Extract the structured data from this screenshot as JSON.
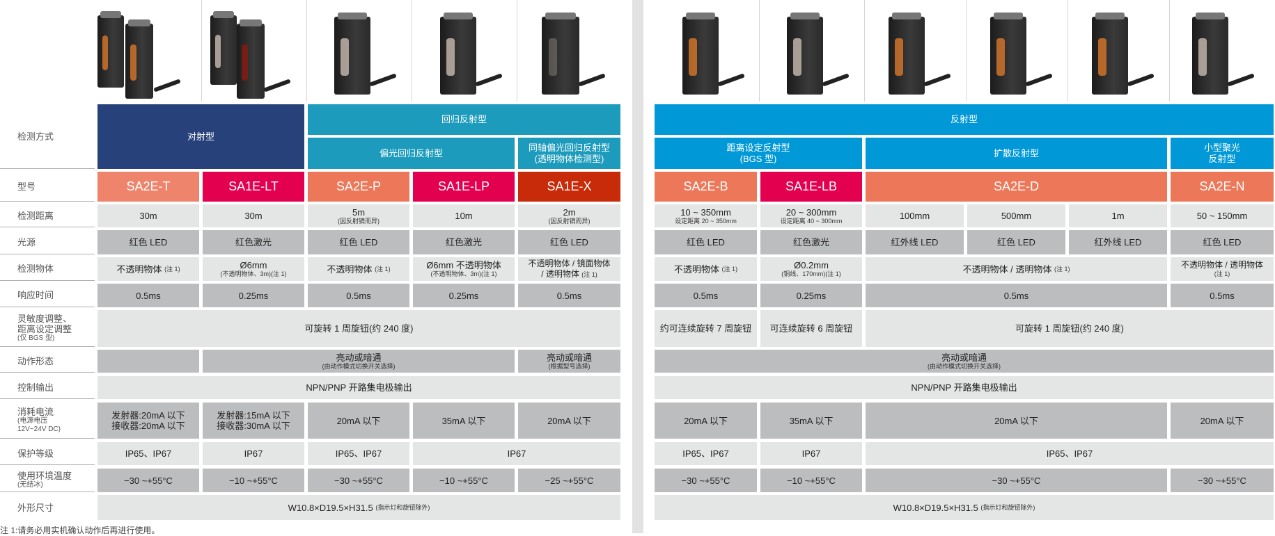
{
  "labels": {
    "method": "检测方式",
    "model": "型号",
    "distance": "检测距离",
    "light": "光源",
    "object": "检测物体",
    "response": "响应时间",
    "sens1": "灵敏度调整、",
    "sens2": "距离设定调整",
    "sens3": "(仅 BGS 型)",
    "operation": "动作形态",
    "output": "控制输出",
    "current1": "消耗电流",
    "current2": "(电源电压",
    "current3": " 12V~24V DC)",
    "protection": "保护等级",
    "temp1": "使用环境温度",
    "temp2": "(无结冰)",
    "size": "外形尺寸"
  },
  "colors": {
    "navy": "#27417a",
    "teal": "#1c9bbc",
    "blue": "#0098d7",
    "salmon": "#ec7759",
    "pink": "#e3004f",
    "red": "#c82b09",
    "light_gray": "#e4e5e5",
    "dark_gray": "#bcbdbf"
  },
  "left": {
    "thru_beam": "对射型",
    "retro": "回归反射型",
    "polarized": "偏光回归反射型",
    "coaxial1": "同轴偏光回归反射型",
    "coaxial2": "(透明物体检测型)",
    "models": [
      "SA2E-T",
      "SA1E-LT",
      "SA2E-P",
      "SA1E-LP",
      "SA1E-X"
    ],
    "distance": [
      {
        "v": "30m"
      },
      {
        "v": "30m"
      },
      {
        "v": "5m",
        "n": "(因反射镜而异)"
      },
      {
        "v": "10m"
      },
      {
        "v": "2m",
        "n": "(因反射镜而异)"
      }
    ],
    "light": [
      "红色 LED",
      "红色激光",
      "红色 LED",
      "红色激光",
      "红色 LED"
    ],
    "object": [
      {
        "v": "不透明物体",
        "n": "(注 1)"
      },
      {
        "v": "Ø6mm",
        "n": "(不透明物体、3m)(注 1)"
      },
      {
        "v": "不透明物体",
        "n": "(注 1)"
      },
      {
        "v": "Ø6mm 不透明物体",
        "n": "(不透明物体、3m)(注 1)"
      },
      {
        "v": "不透明物体 / 镜面物体",
        "v2": "/ 透明物体",
        "n": "(注 1)"
      }
    ],
    "response": [
      "0.5ms",
      "0.25ms",
      "0.5ms",
      "0.25ms",
      "0.5ms"
    ],
    "sensitivity": "可旋转 1 周旋钮(约 240 度)",
    "operation": {
      "v": "亮动或暗通",
      "n": "(由动作模式切换开关选择)"
    },
    "operation_x": {
      "v": "亮动或暗通",
      "n": "(根据型号选择)"
    },
    "output": "NPN/PNP 开路集电极输出",
    "current": [
      {
        "a": "发射器:20mA 以下",
        "b": "接收器:20mA 以下"
      },
      {
        "a": "发射器:15mA 以下",
        "b": "接收器:30mA 以下"
      },
      {
        "a": "20mA 以下"
      },
      {
        "a": "35mA 以下"
      },
      {
        "a": "20mA 以下"
      }
    ],
    "protection": [
      "IP65、IP67",
      "IP67",
      "IP65、IP67",
      "IP67"
    ],
    "temp": [
      "−30 ~+55°C",
      "−10 ~+55°C",
      "−30 ~+55°C",
      "−10 ~+55°C",
      "−25 ~+55°C"
    ],
    "size": {
      "v": "W10.8×D19.5×H31.5",
      "n": "(指示灯和旋钮除外)"
    }
  },
  "right": {
    "diffuse_all": "反射型",
    "bgs1": "距离设定反射型",
    "bgs2": "(BGS 型)",
    "diffuse": "扩散反射型",
    "small1": "小型聚光",
    "small2": "反射型",
    "models": [
      "SA2E-B",
      "SA1E-LB",
      "SA2E-D",
      "SA2E-N"
    ],
    "distance": [
      {
        "v": "10 ~ 350mm",
        "n": "设定距离 20 ~ 350mm"
      },
      {
        "v": "20 ~ 300mm",
        "n": "设定距离 40 ~ 300mm"
      },
      {
        "v": "100mm"
      },
      {
        "v": "500mm"
      },
      {
        "v": "1m"
      },
      {
        "v": "50 ~ 150mm"
      }
    ],
    "light": [
      "红色 LED",
      "红色激光",
      "红外线 LED",
      "红色 LED",
      "红外线 LED",
      "红色 LED"
    ],
    "object": [
      {
        "v": "不透明物体",
        "n": "(注 1)"
      },
      {
        "v": "Ø0.2mm",
        "n": "(铜线、170mm)(注 1)"
      },
      {
        "v": "不透明物体 / 透明物体",
        "n": "(注 1)"
      },
      {
        "v": "不透明物体 / 透明物体",
        "n": "(注 1)"
      }
    ],
    "response": [
      "0.5ms",
      "0.25ms",
      "0.5ms",
      "0.5ms"
    ],
    "sensitivity": [
      "约可连续旋转 7 周旋钮",
      "可连续旋转 6 周旋钮",
      "可旋转 1 周旋钮(约 240 度)"
    ],
    "operation": {
      "v": "亮动或暗通",
      "n": "(由动作模式切换开关选择)"
    },
    "output": "NPN/PNP 开路集电极输出",
    "current": [
      "20mA 以下",
      "35mA 以下",
      "20mA 以下",
      "20mA 以下"
    ],
    "protection": [
      "IP65、IP67",
      "IP67",
      "IP65、IP67"
    ],
    "temp": [
      "−30 ~+55°C",
      "−10 ~+55°C",
      "−30 ~+55°C",
      "−30 ~+55°C"
    ],
    "size": {
      "v": "W10.8×D19.5×H31.5",
      "n": "(指示灯和旋钮除外)"
    }
  },
  "footnote": "注 1:请务必用实机确认动作后再进行使用。"
}
